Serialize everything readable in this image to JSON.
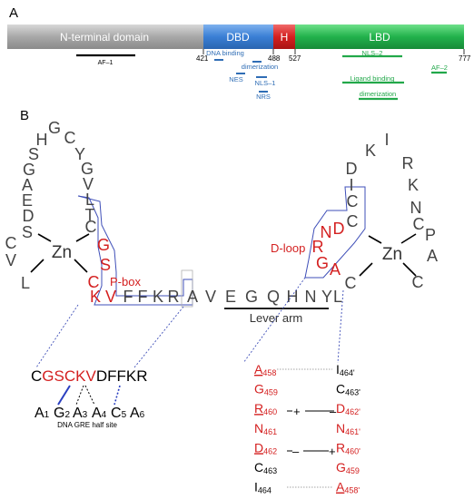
{
  "panel_a": {
    "label": "A",
    "domains": [
      {
        "name": "N-terminal domain",
        "start": "",
        "end": "421",
        "color": "#a9a9a9"
      },
      {
        "name": "DBD",
        "start": "421",
        "end": "488",
        "color": "#3a7fd5"
      },
      {
        "name": "H",
        "start": "488",
        "end": "527",
        "color": "#d42020"
      },
      {
        "name": "LBD",
        "start": "527",
        "end": "777",
        "color": "#22b24c"
      }
    ],
    "features": {
      "af1": "AF–1",
      "dna_binding": "DNA binding",
      "dimerization_dbd": "dimerization",
      "nes": "NES",
      "nls1": "NLS–1",
      "nrs": "NRS",
      "nls2": "NLS–2",
      "ligand_binding": "Ligand binding",
      "dimerization_lbd": "dimerization",
      "af2": "AF–2"
    },
    "colors": {
      "blue_feature": "#2f6db5",
      "green_feature": "#22a84a",
      "black_feature": "#000000"
    }
  },
  "panel_b": {
    "label": "B",
    "zn": "Zn",
    "left_loop": [
      "G",
      "C",
      "H",
      "Y",
      "G",
      "V",
      "L",
      "T",
      "C",
      "S",
      "G",
      "A",
      "E",
      "D",
      "S",
      "C",
      "V",
      "L",
      "C"
    ],
    "pbox": [
      "G",
      "S",
      "C",
      "K",
      "V"
    ],
    "pbox_label": "P-box",
    "linker": [
      "F",
      "F",
      "K",
      "R",
      "A",
      "V",
      "E",
      "G",
      "Q",
      "H",
      "N",
      "Y",
      "L"
    ],
    "lever_arm": "Lever arm",
    "right_loop": [
      "K",
      "I",
      "R",
      "K",
      "N",
      "C",
      "P",
      "A",
      "C",
      "D",
      "I",
      "C",
      "C"
    ],
    "dloop": [
      "N",
      "D",
      "R",
      "G",
      "A"
    ],
    "dloop_label": "D-loop",
    "seq_red": "GSCKV",
    "seq_black": "DFFKR",
    "seq_c": "C",
    "gre": [
      {
        "base": "A",
        "num": "1"
      },
      {
        "base": "G",
        "num": "2"
      },
      {
        "base": "A",
        "num": "3"
      },
      {
        "base": "A",
        "num": "4"
      },
      {
        "base": "C",
        "num": "5"
      },
      {
        "base": "A",
        "num": "6"
      }
    ],
    "gre_label": "DNA GRE half site",
    "dimer_left": [
      {
        "aa": "A",
        "num": "458"
      },
      {
        "aa": "G",
        "num": "459"
      },
      {
        "aa": "R",
        "num": "460"
      },
      {
        "aa": "N",
        "num": "461"
      },
      {
        "aa": "D",
        "num": "462"
      },
      {
        "aa": "C",
        "num": "463"
      },
      {
        "aa": "I",
        "num": "464"
      }
    ],
    "dimer_right": [
      {
        "aa": "I",
        "num": "464'"
      },
      {
        "aa": "C",
        "num": "463'"
      },
      {
        "aa": "D",
        "num": "462'"
      },
      {
        "aa": "N",
        "num": "461'"
      },
      {
        "aa": "R",
        "num": "460'"
      },
      {
        "aa": "G",
        "num": "459"
      },
      {
        "aa": "A",
        "num": "458'"
      }
    ],
    "plus": "+",
    "minus": "–"
  }
}
